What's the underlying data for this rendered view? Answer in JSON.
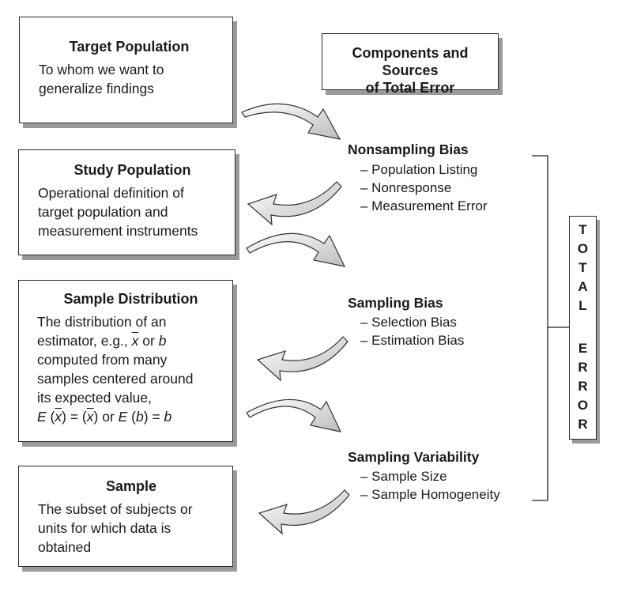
{
  "header": {
    "line1": "Components and Sources",
    "line2": "of Total Error"
  },
  "boxes": [
    {
      "title": "Target Population",
      "lines": [
        "To whom we want to",
        "generalize findings"
      ]
    },
    {
      "title": "Study Population",
      "lines": [
        "Operational definition of",
        "target population and",
        "measurement instruments"
      ]
    },
    {
      "title": "Sample Distribution",
      "lines": [
        "The distribution of an"
      ],
      "line2_pre": "estimator, e.g., ",
      "line2_var": "x",
      "line2_mid": " or ",
      "line2_b": "b",
      "lines_after": [
        "computed from many",
        "samples centered around",
        "its expected value,"
      ],
      "formula": {
        "e1": "E",
        "p1": " (",
        "v1": "x",
        "p2": ") = (",
        "v2": "x",
        "p3": ") or ",
        "e2": "E",
        "p4": " (",
        "b1": "b",
        "p5": ") = ",
        "b2": "b"
      }
    },
    {
      "title": "Sample",
      "lines": [
        "The subset of subjects or",
        "units for which data is",
        "obtained"
      ]
    }
  ],
  "groups": [
    {
      "title": "Nonsampling Bias",
      "items": [
        "– Population Listing",
        "– Nonresponse",
        "– Measurement Error"
      ]
    },
    {
      "title": "Sampling Bias",
      "items": [
        "– Selection Bias",
        "– Estimation Bias"
      ]
    },
    {
      "title": "Sampling Variability",
      "items": [
        "– Sample Size",
        "– Sample Homogeneity"
      ]
    }
  ],
  "total": {
    "word1": [
      "T",
      "O",
      "T",
      "A",
      "L"
    ],
    "word2": [
      "E",
      "R",
      "R",
      "O",
      "R"
    ]
  }
}
